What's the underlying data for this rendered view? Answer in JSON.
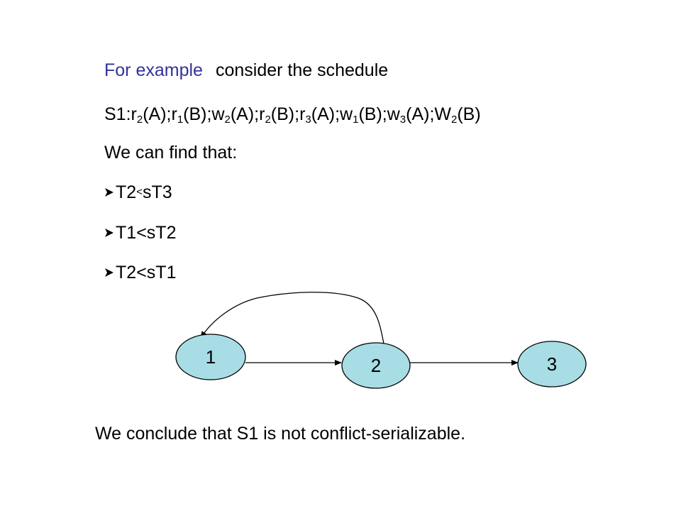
{
  "intro": {
    "lead": "For example",
    "rest": "consider the schedule"
  },
  "schedule": {
    "name": "S1:",
    "ops": [
      {
        "op": "r",
        "tx": "2",
        "item": "(A);"
      },
      {
        "op": "r",
        "tx": "1",
        "item": "(B);"
      },
      {
        "op": "w",
        "tx": "2",
        "item": "(A);"
      },
      {
        "op": "r",
        "tx": "2",
        "item": "(B);"
      },
      {
        "op": "r",
        "tx": "3",
        "item": "(A);"
      },
      {
        "op": "w",
        "tx": "1",
        "item": "(B);"
      },
      {
        "op": "w",
        "tx": "3",
        "item": "(A);"
      },
      {
        "op": "W",
        "tx": "2",
        "item": "(B)"
      }
    ]
  },
  "find_label": "We can find that:",
  "bullets": [
    {
      "left": "T2",
      "rel": "<",
      "right": "sT3"
    },
    {
      "left": "T1",
      "rel": "<",
      "right": "sT2"
    },
    {
      "left": "T2",
      "rel": "<",
      "right": "sT1"
    }
  ],
  "graph": {
    "nodes": [
      "1",
      "2",
      "3"
    ],
    "node_fill": "#a8dde6"
  },
  "conclusion": "We conclude that S1 is not conflict-serializable."
}
